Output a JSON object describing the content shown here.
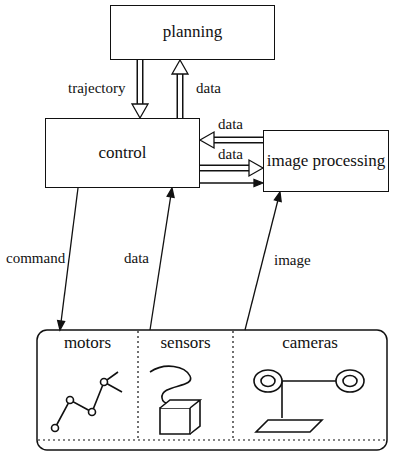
{
  "diagram": {
    "nodes": [
      {
        "text": [
          "planning"
        ]
      },
      {
        "text": [
          "control"
        ]
      },
      {
        "text": [
          "image processing"
        ]
      },
      {
        "text": [
          "motors"
        ]
      },
      {
        "text": [
          "sensors"
        ]
      },
      {
        "text": [
          "cameras"
        ]
      }
    ],
    "edges": [
      {
        "from": 0,
        "to": 1,
        "label": "trajectory",
        "arrow": "to"
      },
      {
        "from": 1,
        "to": 0,
        "label": "data",
        "arrow": "to"
      },
      {
        "from": 2,
        "to": 1,
        "label": "data",
        "arrow": "to"
      },
      {
        "from": 1,
        "to": 2,
        "label": "data",
        "arrow": "to"
      },
      {
        "from": 1,
        "to": 2,
        "arrow": "to"
      },
      {
        "from": 1,
        "to": 3,
        "label": "command",
        "arrow": "to"
      },
      {
        "from": 4,
        "to": 1,
        "label": "data",
        "arrow": "to"
      },
      {
        "from": 5,
        "to": 2,
        "label": "image",
        "arrow": "to"
      }
    ]
  }
}
